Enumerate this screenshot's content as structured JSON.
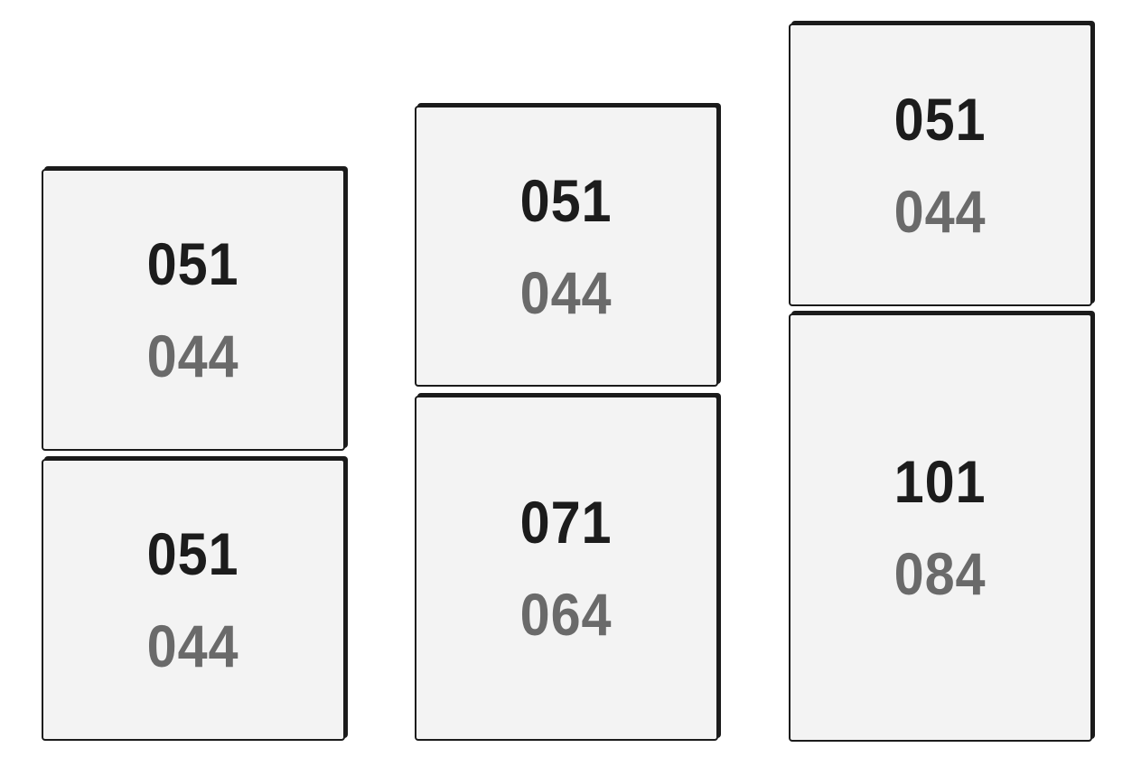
{
  "columns": [
    {
      "panels": [
        {
          "top_code": "051",
          "bottom_code": "044"
        },
        {
          "top_code": "051",
          "bottom_code": "044"
        }
      ]
    },
    {
      "panels": [
        {
          "top_code": "051",
          "bottom_code": "044"
        },
        {
          "top_code": "071",
          "bottom_code": "064"
        }
      ]
    },
    {
      "panels": [
        {
          "top_code": "051",
          "bottom_code": "044"
        },
        {
          "top_code": "101",
          "bottom_code": "084"
        }
      ]
    }
  ],
  "colors": {
    "panel_fill": "#f3f3f3",
    "panel_border": "#1b1b1b",
    "top_code_text": "#1c1c1c",
    "bottom_code_text": "#6a6a6a"
  }
}
